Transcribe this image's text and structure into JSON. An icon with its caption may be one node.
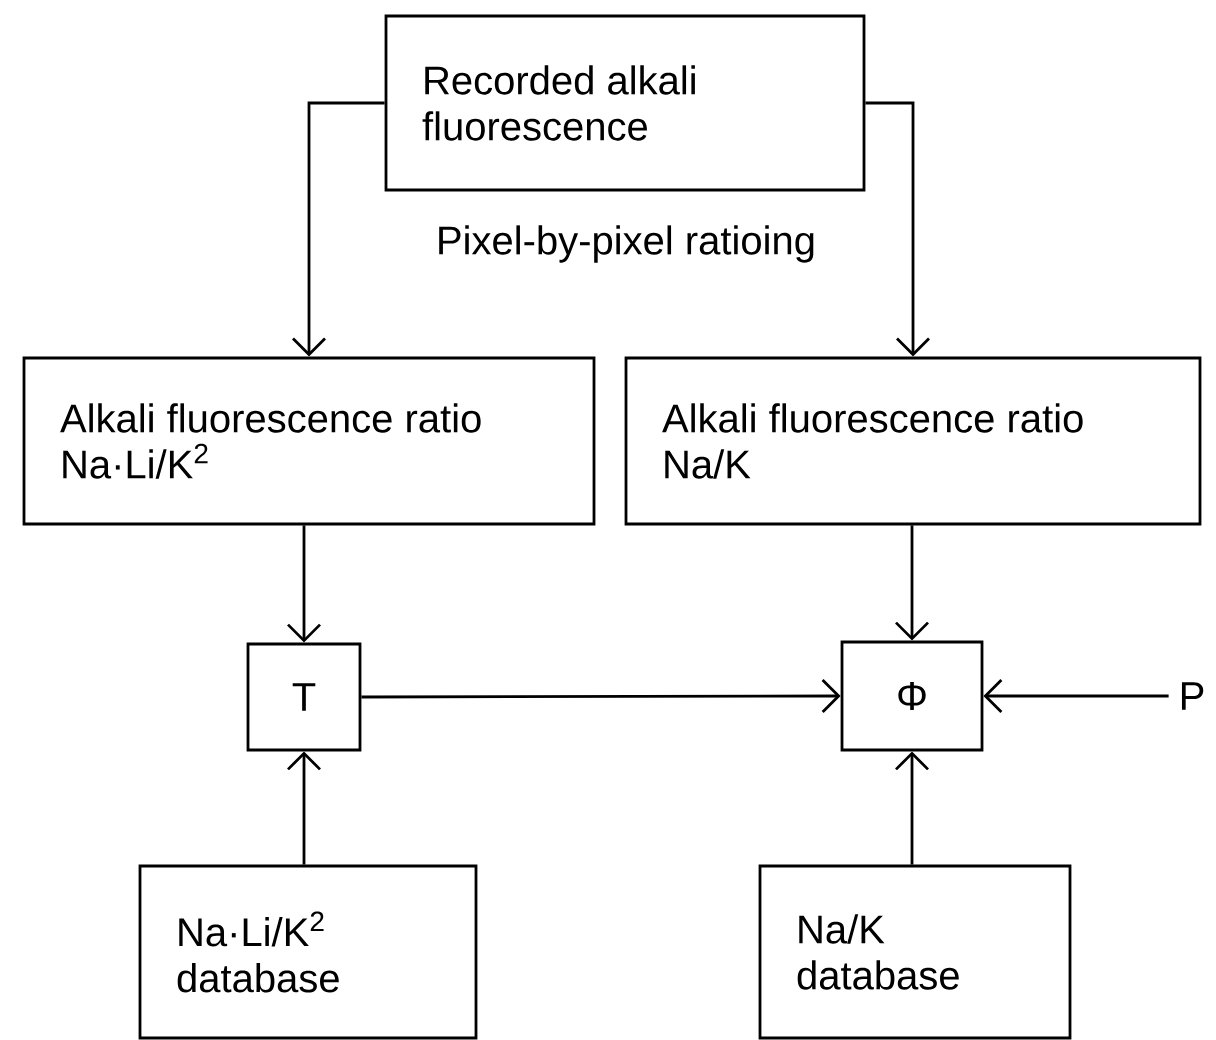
{
  "diagram": {
    "nodes": [
      {
        "text": [
          "Recorded alkali fluorescence"
        ]
      },
      {
        "text": [
          "Alkali fluorescence ratio Na·Li/K$^{2}$"
        ]
      },
      {
        "text": [
          "Alkali fluorescence ratio Na/K"
        ]
      },
      {
        "text": [
          "T"
        ]
      },
      {
        "text": [
          "Φ"
        ]
      },
      {
        "text": [
          "P"
        ]
      },
      {
        "text": [
          "Na·Li/K$^{2}$ database"
        ]
      },
      {
        "text": [
          "Na/K database"
        ]
      }
    ],
    "edges": [
      {
        "from": 0,
        "to": 1,
        "arrow": "to"
      },
      {
        "from": 0,
        "to": 2,
        "arrow": "to"
      },
      {
        "from": 1,
        "to": 3,
        "arrow": "to"
      },
      {
        "from": 2,
        "to": 4,
        "arrow": "to"
      },
      {
        "from": 3,
        "to": 4,
        "arrow": "to"
      },
      {
        "from": 5,
        "to": 4,
        "arrow": "to"
      },
      {
        "from": 6,
        "to": 3,
        "arrow": "to"
      },
      {
        "from": 7,
        "to": 4,
        "arrow": "to"
      }
    ],
    "labels": [
      "Pixel-by-pixel ratioing"
    ]
  }
}
